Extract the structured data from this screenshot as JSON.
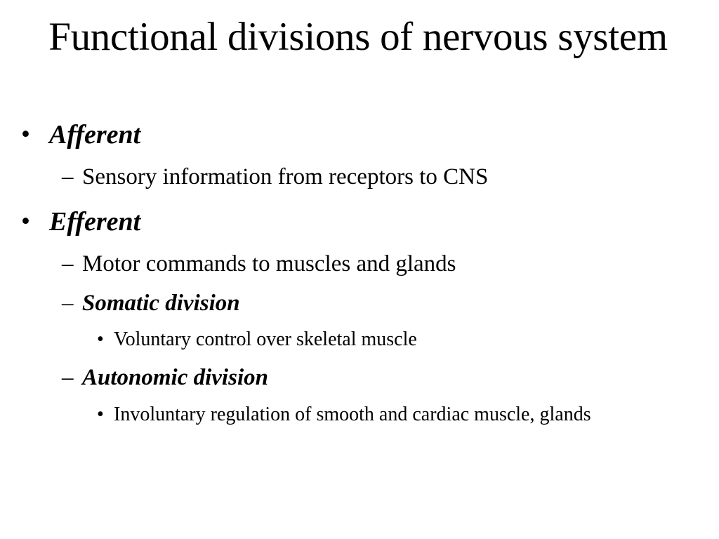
{
  "slide": {
    "title": "Functional divisions of nervous system",
    "markers": {
      "bullet": "•",
      "dash": "–"
    },
    "items": [
      {
        "level": 1,
        "text": "Afferent"
      },
      {
        "level": 2,
        "text": "Sensory information from receptors to CNS"
      },
      {
        "level": 1,
        "text": "Efferent"
      },
      {
        "level": 2,
        "text": "Motor commands to muscles and glands"
      },
      {
        "level": 2,
        "text": "Somatic division"
      },
      {
        "level": 3,
        "text": "Voluntary control over skeletal muscle"
      },
      {
        "level": 2,
        "text": "Autonomic division"
      },
      {
        "level": 3,
        "text": "Involuntary regulation of smooth and cardiac muscle, glands"
      }
    ]
  }
}
